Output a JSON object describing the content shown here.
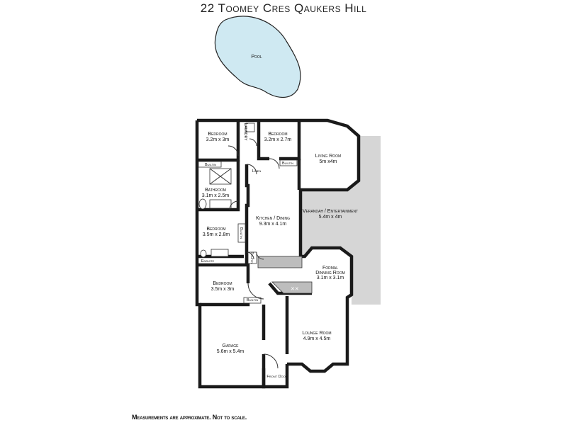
{
  "header": {
    "title": "22 Toomey Cres Qaukers Hill"
  },
  "footer": {
    "note": "Measurements are approximate. Not to scale."
  },
  "rooms": {
    "pool": {
      "name": "Pool"
    },
    "bedroom1": {
      "name": "Bedroom",
      "dim": "3.2m x 3m"
    },
    "laundry": {
      "name": "Laundry"
    },
    "bedroom2": {
      "name": "Bedroom",
      "dim": "3.2m x 2.7m"
    },
    "living": {
      "name": "Living Room",
      "dim": "5m x4m"
    },
    "bathroom": {
      "name": "Bathroom",
      "dim": "3.1m x 2.5m"
    },
    "kitchen": {
      "name": "Kitchen / Dining",
      "dim": "9.3m x 4.1m"
    },
    "verandah": {
      "name": "Verandah / Entertainment",
      "dim": "5.4m x 4m"
    },
    "bedroom3": {
      "name": "Bedroom",
      "dim": "3.5m x 2.8m"
    },
    "formal": {
      "name": "Formal",
      "name2": "Dinning Room",
      "dim": "3.1m x 3.1m"
    },
    "bedroom4": {
      "name": "Bedroom",
      "dim": "3.5m x 3m"
    },
    "lounge": {
      "name": "Lounge Room",
      "dim": "4.9m x 4.5m"
    },
    "garage": {
      "name": "Garage",
      "dim": "5.6m x 5.4m"
    }
  },
  "labels": {
    "builtin": "Builtin",
    "linen": "Linen",
    "ensuite": "Ensuite",
    "pantry": "Pantry",
    "front_door": "Front Door"
  },
  "colors": {
    "pool_fill": "#cfe9f2",
    "verandah_fill": "#d6d6d6",
    "bench_fill": "#bdbdbd",
    "wall": "#1a1a1a"
  }
}
